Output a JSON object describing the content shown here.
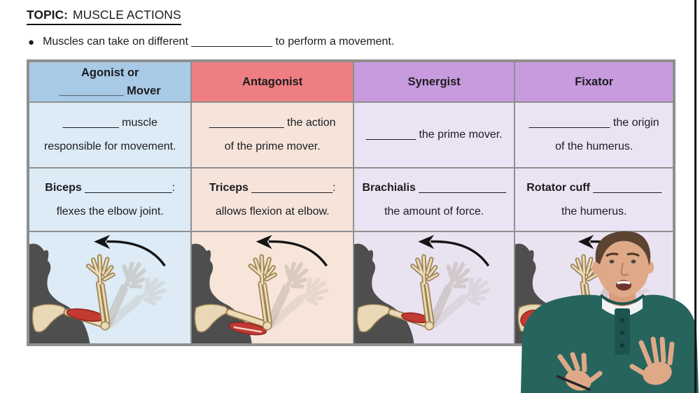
{
  "page": {
    "topic_label": "TOPIC:",
    "topic_title": "MUSCLE ACTIONS",
    "bullet_dot": "●",
    "bullet_text": "Muscles can take on different _____________ to perform a movement."
  },
  "table": {
    "border_color": "#8f8f8f",
    "columns": [
      {
        "id": "agonist",
        "header_line1": "Agonist or",
        "header_line2": "__________ Mover",
        "definition_line1": "_________ muscle",
        "definition_line2": "responsible for movement.",
        "example_term": "Biceps",
        "example_blank": " ______________:",
        "example_desc": "flexes the elbow joint.",
        "header_bg": "#a8cae6",
        "cell_bg": "#ddebf6",
        "img_bg": "#dcebf5",
        "illustration": "arm-flexion-biceps-highlighted"
      },
      {
        "id": "antagonist",
        "header_line1": "Antagonist",
        "header_line2": "",
        "definition_line1": "____________ the action",
        "definition_line2": "of the prime mover.",
        "example_term": "Triceps",
        "example_blank": " _____________:",
        "example_desc": "allows flexion at elbow.",
        "header_bg": "#ee7e81",
        "cell_bg": "#f6e4db",
        "img_bg": "#f7e5da",
        "illustration": "arm-flexion-triceps-highlighted"
      },
      {
        "id": "synergist",
        "header_line1": "Synergist",
        "header_line2": "",
        "definition_line1": "________ the prime mover.",
        "definition_line2": "",
        "example_term": "Brachialis",
        "example_blank": " ______________",
        "example_desc": "the amount of force.",
        "header_bg": "#c89ade",
        "cell_bg": "#eae3f3",
        "img_bg": "#e9e2f1",
        "illustration": "arm-flexion-brachialis-highlighted"
      },
      {
        "id": "fixator",
        "header_line1": "Fixator",
        "header_line2": "",
        "definition_line1": "_____________ the origin",
        "definition_line2": "of the humerus.",
        "example_term": "Rotator cuff",
        "example_blank": " ___________",
        "example_desc": "the humerus.",
        "header_bg": "#c89ade",
        "cell_bg": "#eae3f3",
        "img_bg": "#e9e2f1",
        "illustration": "arm-flexion-rotator-cuff-highlighted"
      }
    ]
  },
  "presenter": {
    "label": "instructor-webcam-overlay",
    "shirt_color": "#28645e",
    "skin_color": "#dfa987",
    "hair_color": "#5c4332"
  }
}
